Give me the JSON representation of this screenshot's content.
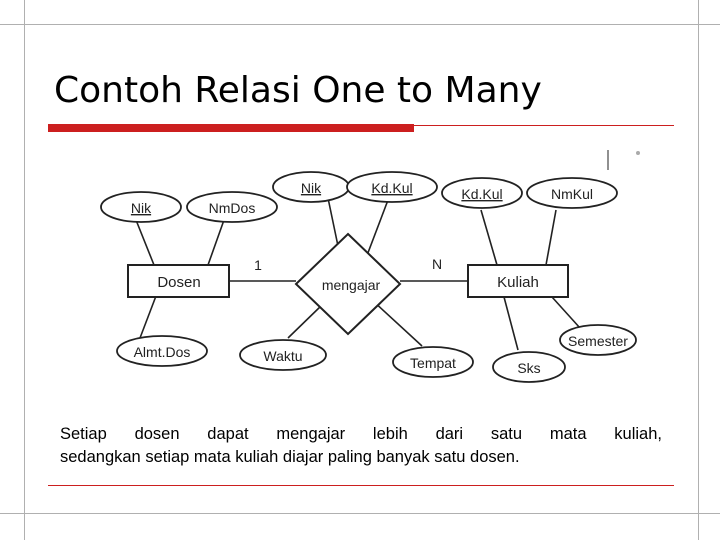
{
  "slide": {
    "title": "Contoh Relasi One to Many",
    "description_line1": "Setiap dosen dapat mengajar lebih dari satu mata kuliah,",
    "description_line2": "sedangkan setiap mata kuliah diajar paling banyak satu dosen."
  },
  "diagram": {
    "entities": {
      "dosen": "Dosen",
      "kuliah": "Kuliah"
    },
    "relationship": "mengajar",
    "cardinality": {
      "dosen_side": "1",
      "kuliah_side": "N"
    },
    "attributes": {
      "dosen_nik": "Nik",
      "dosen_nmdos": "NmDos",
      "dosen_almtdos": "Almt.Dos",
      "mengajar_nik": "Nik",
      "mengajar_kdkul": "Kd.Kul",
      "mengajar_waktu": "Waktu",
      "mengajar_tempat": "Tempat",
      "kuliah_kdkul": "Kd.Kul",
      "kuliah_nmkul": "NmKul",
      "kuliah_semester": "Semester",
      "kuliah_sks": "Sks"
    }
  },
  "colors": {
    "accent": "#cc1f1f",
    "frame": "#b0b0b0",
    "diagram_line": "#222222"
  }
}
